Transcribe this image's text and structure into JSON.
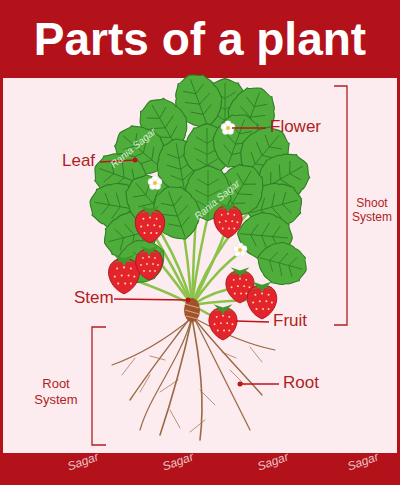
{
  "diagram": {
    "title": "Parts of a plant",
    "labels": [
      "Flower",
      "Leaf",
      "Shoot System",
      "Stem",
      "Fruit",
      "Root",
      "Root System",
      "Rania Sagar",
      "Rania Sagar",
      "Sagar",
      "Sagar",
      "Sagar",
      "Sagar"
    ]
  }
}
